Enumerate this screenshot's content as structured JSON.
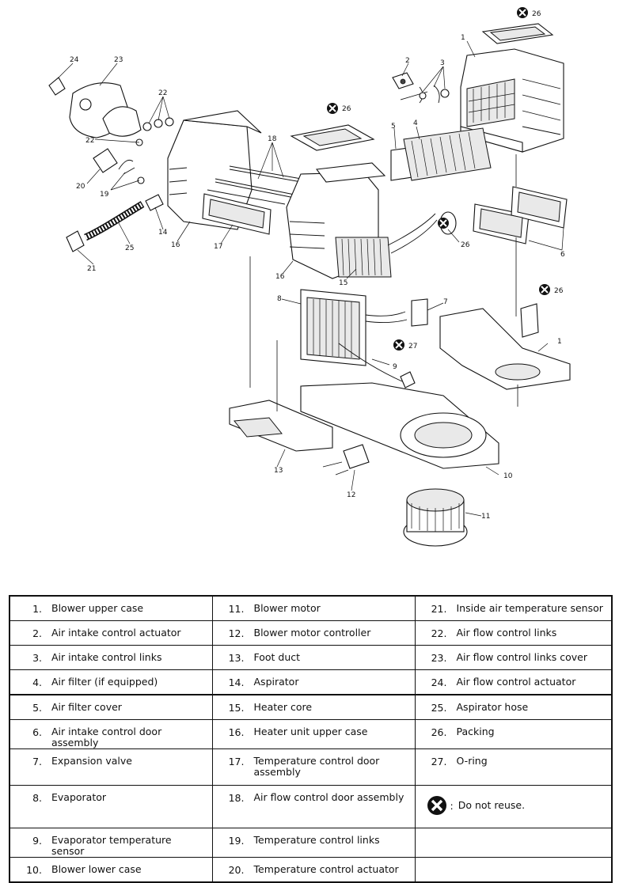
{
  "callouts": [
    "1",
    "2",
    "3",
    "4",
    "5",
    "6",
    "7",
    "8",
    "9",
    "10",
    "11",
    "12",
    "13",
    "14",
    "15",
    "16",
    "17",
    "18",
    "19",
    "20",
    "21",
    "22",
    "23",
    "24",
    "25",
    "26",
    "27"
  ],
  "legend": {
    "rows": [
      [
        {
          "num": "1.",
          "label": "Blower upper case"
        },
        {
          "num": "11.",
          "label": "Blower motor"
        },
        {
          "num": "21.",
          "label": "Inside air temperature sensor"
        }
      ],
      [
        {
          "num": "2.",
          "label": "Air intake control actuator"
        },
        {
          "num": "12.",
          "label": "Blower motor controller"
        },
        {
          "num": "22.",
          "label": "Air flow control links"
        }
      ],
      [
        {
          "num": "3.",
          "label": "Air intake control links"
        },
        {
          "num": "13.",
          "label": "Foot duct"
        },
        {
          "num": "23.",
          "label": "Air flow control links cover"
        }
      ],
      [
        {
          "num": "4.",
          "label": "Air filter (if equipped)"
        },
        {
          "num": "14.",
          "label": "Aspirator"
        },
        {
          "num": "24.",
          "label": "Air flow control actuator"
        }
      ],
      [
        {
          "num": "5.",
          "label": "Air filter cover"
        },
        {
          "num": "15.",
          "label": "Heater core"
        },
        {
          "num": "25.",
          "label": "Aspirator hose"
        }
      ],
      [
        {
          "num": "6.",
          "label": "Air intake control door assembly"
        },
        {
          "num": "16.",
          "label": "Heater unit upper case"
        },
        {
          "num": "26.",
          "label": "Packing"
        }
      ],
      [
        {
          "num": "7.",
          "label": "Expansion valve"
        },
        {
          "num": "17.",
          "label": "Temperature control door assembly"
        },
        {
          "num": "27.",
          "label": "O-ring"
        }
      ],
      [
        {
          "num": "8.",
          "label": "Evaporator"
        },
        {
          "num": "18.",
          "label": "Air flow control door assembly"
        },
        {
          "num": ":",
          "label": "Do not reuse.",
          "icon": "do-not-reuse-icon"
        }
      ],
      [
        {
          "num": "9.",
          "label": "Evaporator temperature sensor"
        },
        {
          "num": "19.",
          "label": "Temperature control links"
        },
        {
          "num": "",
          "label": ""
        }
      ],
      [
        {
          "num": "10.",
          "label": "Blower lower case"
        },
        {
          "num": "20.",
          "label": "Temperature control actuator"
        },
        {
          "num": "",
          "label": ""
        }
      ]
    ]
  }
}
